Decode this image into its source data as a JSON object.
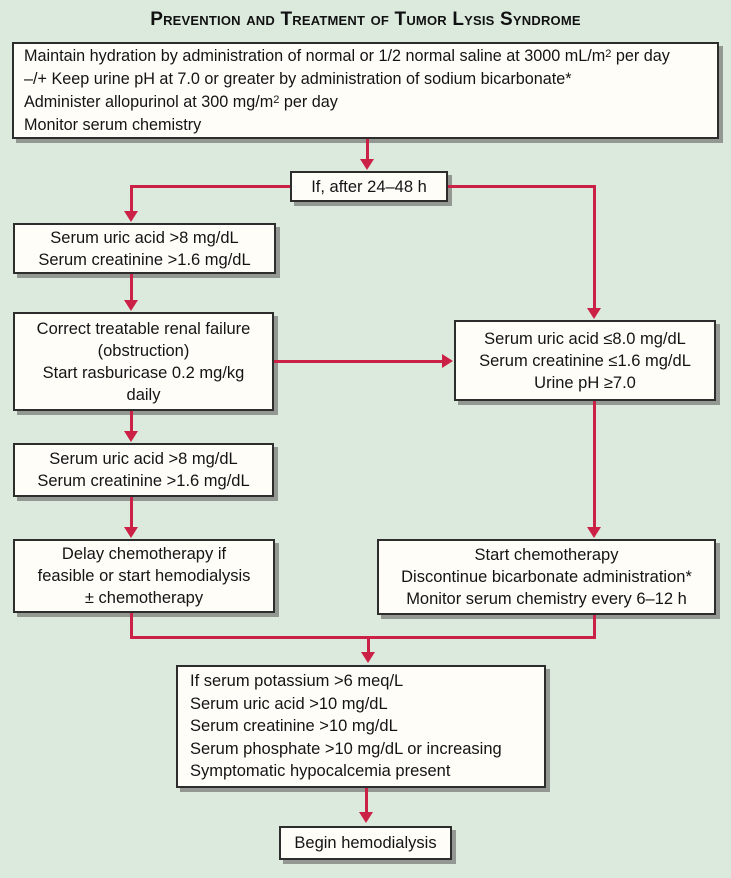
{
  "title": "Prevention and Treatment of Tumor Lysis Syndrome",
  "palette": {
    "background": "#dceade",
    "box_fill": "#fefdf8",
    "box_border": "#2d2d2d",
    "box_shadow": "#939893",
    "arrow": "#cc2147",
    "text": "#141414"
  },
  "boxes": {
    "hydration": {
      "line1_pre": "Maintain hydration by administration of normal or 1/2 normal saline at 3000 mL/m",
      "line1_sup": "2",
      "line1_post": " per day",
      "line2": "–/+ Keep urine pH at 7.0 or greater by administration of sodium bicarbonate*",
      "line3_pre": "Administer allopurinol at 300 mg/m",
      "line3_sup": "2",
      "line3_post": " per day",
      "line4": "Monitor serum chemistry"
    },
    "if_after": {
      "line1": "If, after 24–48 h"
    },
    "high_uric_1": {
      "line1": "Serum uric acid >8 mg/dL",
      "line2": "Serum creatinine >1.6 mg/dL"
    },
    "correct_renal": {
      "line1": "Correct treatable renal failure",
      "line2": "(obstruction)",
      "line3": "Start rasburicase 0.2 mg/kg",
      "line4": "daily"
    },
    "high_uric_2": {
      "line1": "Serum uric acid >8 mg/dL",
      "line2": "Serum creatinine >1.6 mg/dL"
    },
    "normal_labs": {
      "line1": "Serum uric acid ≤8.0 mg/dL",
      "line2": "Serum creatinine ≤1.6 mg/dL",
      "line3": "Urine pH ≥7.0"
    },
    "delay_chemo": {
      "line1": "Delay chemotherapy if",
      "line2": "feasible or start hemodialysis",
      "line3": "± chemotherapy"
    },
    "start_chemo": {
      "line1": "Start chemotherapy",
      "line2": "Discontinue bicarbonate administration*",
      "line3": "Monitor serum chemistry every 6–12 h"
    },
    "hemodialysis_criteria": {
      "line1": "If serum potassium >6 meq/L",
      "line2": "Serum uric acid >10 mg/dL",
      "line3": "Serum creatinine >10 mg/dL",
      "line4": "Serum phosphate >10 mg/dL or increasing",
      "line5": "Symptomatic hypocalcemia present"
    },
    "begin_hemodialysis": {
      "line1": "Begin hemodialysis"
    }
  }
}
